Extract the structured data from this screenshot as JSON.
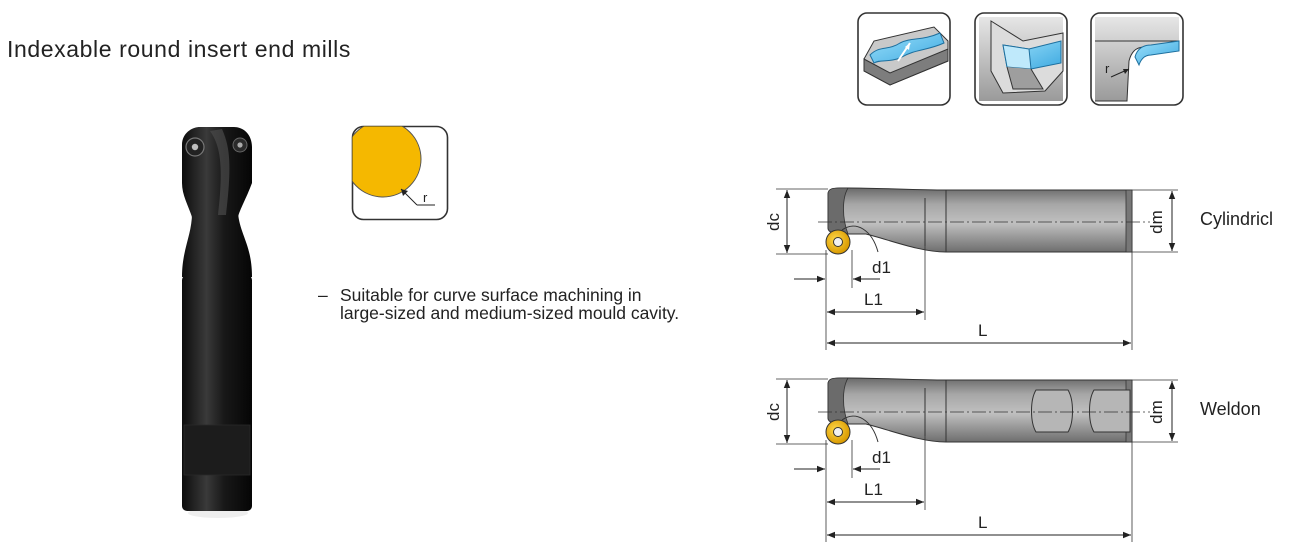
{
  "title": "Indexable round insert end mills",
  "feature": {
    "bullet": "–",
    "line1": "Suitable for curve surface machining in",
    "line2": "large-sized and medium-sized mould cavity."
  },
  "insert_icon": {
    "radius_label": "r",
    "fill_color": "#f5b800"
  },
  "application_icons": [
    {
      "name": "surface-machining"
    },
    {
      "name": "cavity-machining"
    },
    {
      "name": "radius-profiling",
      "label": "r"
    }
  ],
  "drawings": [
    {
      "shank_type": "Cylindricl",
      "labels": {
        "dc": "dc",
        "dm": "dm",
        "d1": "d1",
        "L1": "L1",
        "L": "L"
      }
    },
    {
      "shank_type": "Weldon",
      "labels": {
        "dc": "dc",
        "dm": "dm",
        "d1": "d1",
        "L1": "L1",
        "L": "L"
      }
    }
  ],
  "colors": {
    "insert": "#f5b800",
    "body": "#8f8f8f",
    "highlight": "#58c0ef"
  }
}
